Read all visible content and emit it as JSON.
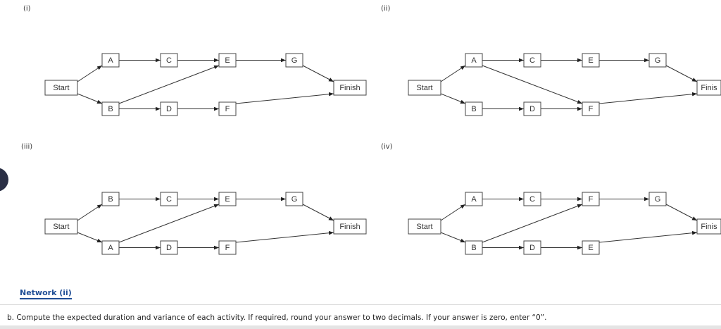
{
  "networks": [
    {
      "label": "(i)",
      "nodes": [
        {
          "id": "start",
          "text": "Start"
        },
        {
          "id": "a",
          "text": "A"
        },
        {
          "id": "b",
          "text": "B"
        },
        {
          "id": "c",
          "text": "C"
        },
        {
          "id": "d",
          "text": "D"
        },
        {
          "id": "e",
          "text": "E"
        },
        {
          "id": "f",
          "text": "F"
        },
        {
          "id": "g",
          "text": "G"
        },
        {
          "id": "finish",
          "text": "Finish"
        }
      ],
      "edges": [
        [
          "start",
          "a"
        ],
        [
          "start",
          "b"
        ],
        [
          "a",
          "c"
        ],
        [
          "b",
          "d"
        ],
        [
          "c",
          "e"
        ],
        [
          "b",
          "e"
        ],
        [
          "d",
          "f"
        ],
        [
          "e",
          "g"
        ],
        [
          "g",
          "finish"
        ],
        [
          "f",
          "finish"
        ]
      ]
    },
    {
      "label": "(ii)",
      "nodes": [
        {
          "id": "start",
          "text": "Start"
        },
        {
          "id": "a",
          "text": "A"
        },
        {
          "id": "b",
          "text": "B"
        },
        {
          "id": "c",
          "text": "C"
        },
        {
          "id": "d",
          "text": "D"
        },
        {
          "id": "e",
          "text": "E"
        },
        {
          "id": "f",
          "text": "F"
        },
        {
          "id": "g",
          "text": "G"
        },
        {
          "id": "finish",
          "text": "Finis"
        }
      ],
      "edges": [
        [
          "start",
          "a"
        ],
        [
          "start",
          "b"
        ],
        [
          "a",
          "c"
        ],
        [
          "b",
          "d"
        ],
        [
          "c",
          "e"
        ],
        [
          "a",
          "f"
        ],
        [
          "d",
          "f"
        ],
        [
          "e",
          "g"
        ],
        [
          "g",
          "finish"
        ],
        [
          "f",
          "finish"
        ]
      ]
    },
    {
      "label": "(iii)",
      "nodes": [
        {
          "id": "start",
          "text": "Start"
        },
        {
          "id": "a",
          "text": "B"
        },
        {
          "id": "b",
          "text": "A"
        },
        {
          "id": "c",
          "text": "C"
        },
        {
          "id": "d",
          "text": "D"
        },
        {
          "id": "e",
          "text": "E"
        },
        {
          "id": "f",
          "text": "F"
        },
        {
          "id": "g",
          "text": "G"
        },
        {
          "id": "finish",
          "text": "Finish"
        }
      ],
      "edges": [
        [
          "start",
          "a"
        ],
        [
          "start",
          "b"
        ],
        [
          "a",
          "c"
        ],
        [
          "b",
          "d"
        ],
        [
          "c",
          "e"
        ],
        [
          "b",
          "e"
        ],
        [
          "d",
          "f"
        ],
        [
          "e",
          "g"
        ],
        [
          "g",
          "finish"
        ],
        [
          "f",
          "finish"
        ]
      ]
    },
    {
      "label": "(iv)",
      "nodes": [
        {
          "id": "start",
          "text": "Start"
        },
        {
          "id": "a",
          "text": "A"
        },
        {
          "id": "b",
          "text": "B"
        },
        {
          "id": "c",
          "text": "C"
        },
        {
          "id": "d",
          "text": "D"
        },
        {
          "id": "e",
          "text": "F"
        },
        {
          "id": "f",
          "text": "E"
        },
        {
          "id": "g",
          "text": "G"
        },
        {
          "id": "finish",
          "text": "Finis"
        }
      ],
      "edges": [
        [
          "start",
          "a"
        ],
        [
          "start",
          "b"
        ],
        [
          "a",
          "c"
        ],
        [
          "b",
          "d"
        ],
        [
          "c",
          "e"
        ],
        [
          "b",
          "e"
        ],
        [
          "d",
          "f"
        ],
        [
          "e",
          "g"
        ],
        [
          "g",
          "finish"
        ],
        [
          "f",
          "finish"
        ]
      ]
    }
  ],
  "answer_link": "Network (ii)",
  "question_text": "b. Compute the expected duration and variance of each activity. If required, round your answer to two decimals. If your answer is zero, enter “0”."
}
